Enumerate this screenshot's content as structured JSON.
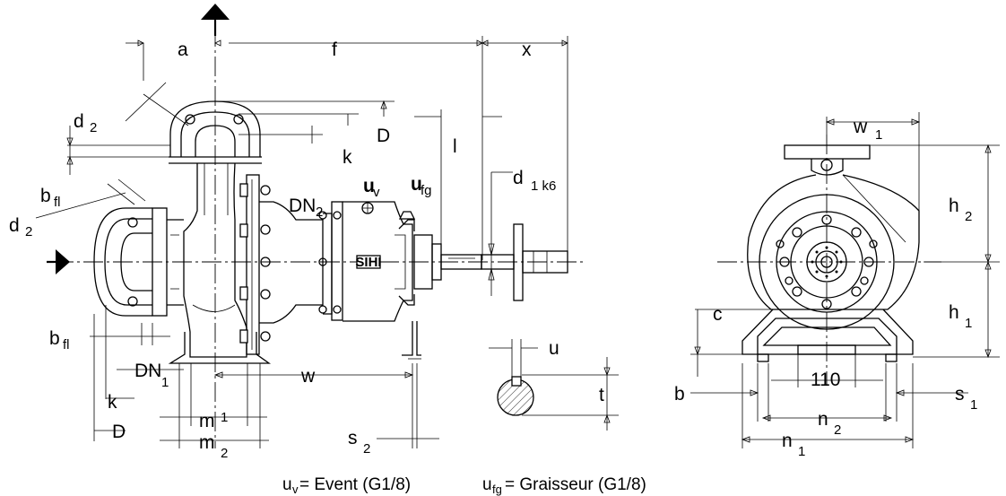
{
  "labels": {
    "a": "a",
    "f": "f",
    "x": "x",
    "d2_top": "d",
    "d2_top_sub": "2",
    "D_top": "D",
    "k_top": "k",
    "l": "l",
    "DN2": "DN",
    "DN2_sub": "2",
    "uv": "u",
    "uv_sub": "v",
    "ufg": "u",
    "ufg_sub": "fg",
    "d1": "d",
    "d1_sub": "1 k6",
    "bfl_top": "b",
    "bfl_top_sub": "fl",
    "d2_left": "d",
    "d2_left_sub": "2",
    "bfl_bottom": "b",
    "bfl_bottom_sub": "fl",
    "DN1": "DN",
    "DN1_sub": "1",
    "k_bottom": "k",
    "D_bottom": "D",
    "m1": "m",
    "m1_sub": "1",
    "m2": "m",
    "m2_sub": "2",
    "w": "w",
    "s2": "s",
    "s2_sub": "2",
    "u": "u",
    "t": "t",
    "w1": "w",
    "w1_sub": "1",
    "h2": "h",
    "h2_sub": "2",
    "h1": "h",
    "h1_sub": "1",
    "c": "c",
    "b": "b",
    "s1": "s",
    "s1_sub": "1",
    "dim110": "110",
    "n2": "n",
    "n2_sub": "2",
    "n1": "n",
    "n1_sub": "1",
    "logo": "SIHI"
  },
  "legend": {
    "uv_main": "u",
    "uv_sub": "v",
    "uv_text": " = Event (G1/8)",
    "ufg_main": "u",
    "ufg_sub": "fg",
    "ufg_text": " = Graisseur (G1/8)"
  }
}
